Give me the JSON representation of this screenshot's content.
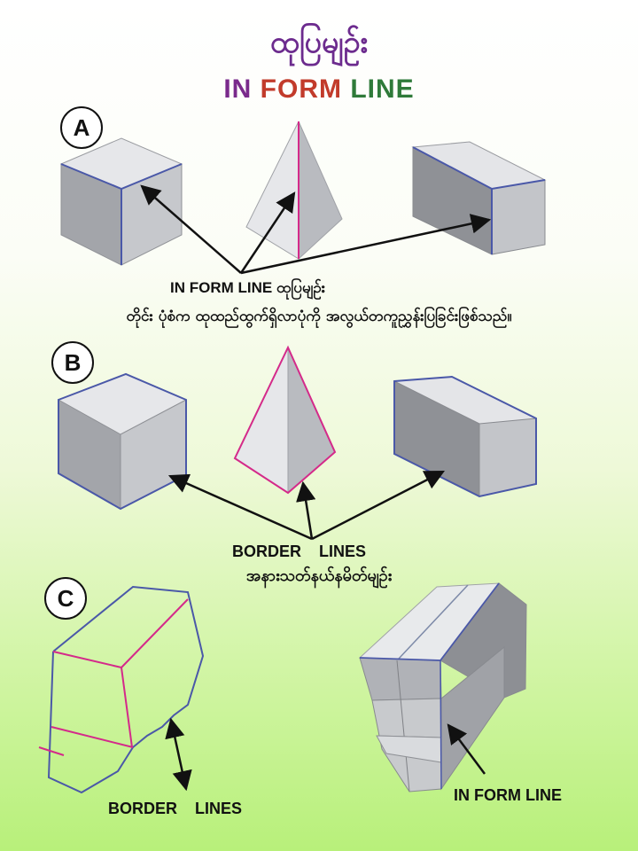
{
  "header": {
    "title_myanmar": "ထုပြမျဉ်း",
    "title_en_part1": "IN ",
    "title_en_part2": "FORM ",
    "title_en_part3": "LINE"
  },
  "section_a": {
    "label": "A",
    "caption_en": "IN FORM LINE",
    "caption_my": "ထုပြမျဉ်း",
    "description": "တိုင်း ပုံစံက ထုထည်ထွက်ရှိလာပုံကို အလွယ်တကူညွှန်းပြခြင်းဖြစ်သည်။"
  },
  "section_b": {
    "label": "B",
    "caption_en": "BORDER    LINES",
    "caption_my": "အနားသတ်နယ်နမိတ်မျဉ်း"
  },
  "section_c": {
    "label": "C",
    "caption_left": "BORDER    LINES",
    "caption_right": "IN FORM LINE"
  },
  "colors": {
    "edge_blue": "#4a58a8",
    "edge_magenta": "#d42a8a",
    "face_light": "#e4e5e8",
    "face_mid": "#c3c5c9",
    "face_dark": "#9c9ea3"
  }
}
